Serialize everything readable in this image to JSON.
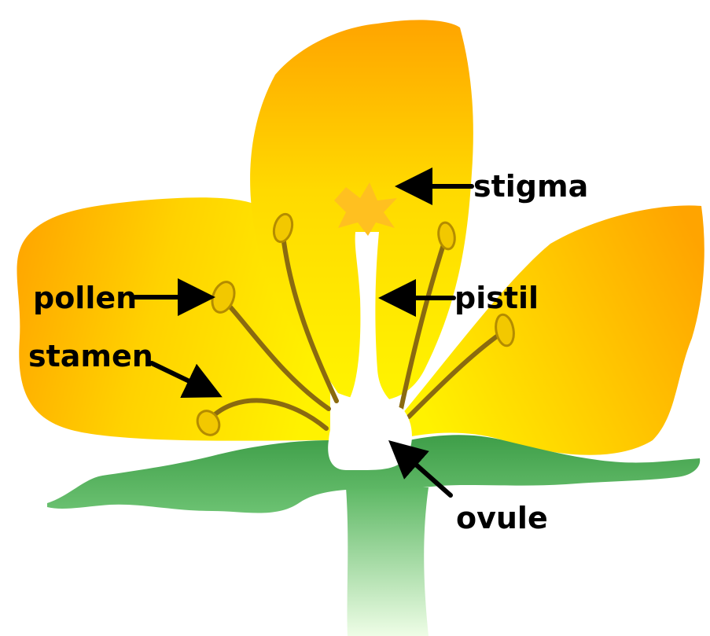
{
  "labels": {
    "stigma": "stigma",
    "pollen": "pollen",
    "pistil": "pistil",
    "stamen": "stamen",
    "ovule": "ovule"
  },
  "colors": {
    "petal_light": "#FFF200",
    "petal_mid": "#FFD200",
    "petal_dark": "#FFA800",
    "stigma": "#FFC020",
    "stamen_filament": "#8A6A10",
    "anther": "#F2C800",
    "anther_outline": "#B48C00",
    "pistil": "#FFFFFF",
    "leaf_dark": "#3E9E48",
    "leaf_light": "#6CC272",
    "stem_top": "#6CC272",
    "stem_bottom": "#E8FCE0",
    "arrow": "#000000"
  }
}
